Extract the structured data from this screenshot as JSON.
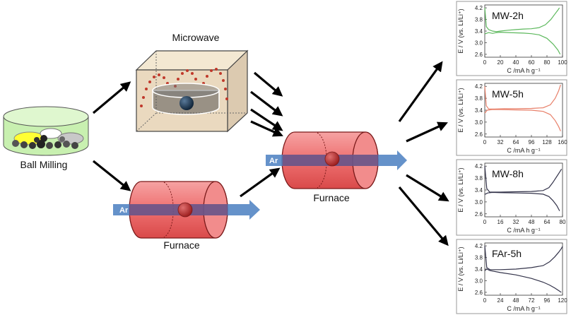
{
  "labels": {
    "ball_milling": "Ball Milling",
    "microwave": "Microwave",
    "furnace_bottom": "Furnace",
    "furnace_center": "Furnace",
    "ar_bottom": "Ar",
    "ar_center": "Ar"
  },
  "colors": {
    "arrow": "#000000",
    "cylinder_fill": "#f08080",
    "cylinder_stroke": "#8b1a1a",
    "ar_band": "#4a7fc1",
    "microwave_box": "#e8d9bf",
    "dish_fill": "#bfeaa0"
  },
  "chart_data": [
    {
      "type": "line",
      "title": "MW-2h",
      "xlabel": "C /mA h g⁻¹",
      "ylabel": "E / V (vs. Li/Li⁺)",
      "xlim": [
        0,
        100
      ],
      "ylim": [
        2.5,
        4.3
      ],
      "xticks": [
        "0",
        "20",
        "40",
        "60",
        "80",
        "100"
      ],
      "yticks": [
        "2.6",
        "3.0",
        "3.4",
        "3.8",
        "4.2"
      ],
      "color": "#5cb85c",
      "series": [
        {
          "x": [
            0,
            2,
            5,
            10,
            15,
            20,
            30,
            40,
            50,
            60,
            70,
            78,
            85,
            90,
            94,
            96
          ],
          "y": [
            4.2,
            3.55,
            3.45,
            3.4,
            3.38,
            3.4,
            3.43,
            3.45,
            3.47,
            3.48,
            3.52,
            3.62,
            3.8,
            3.98,
            4.12,
            4.2
          ]
        },
        {
          "x": [
            0,
            5,
            10,
            15,
            20,
            30,
            40,
            50,
            60,
            70,
            80,
            88,
            94,
            97
          ],
          "y": [
            3.3,
            3.35,
            3.32,
            3.35,
            3.36,
            3.35,
            3.34,
            3.33,
            3.31,
            3.27,
            3.15,
            2.95,
            2.75,
            2.6
          ]
        }
      ]
    },
    {
      "type": "line",
      "title": "MW-5h",
      "xlabel": "C /mA h g⁻¹",
      "ylabel": "E / V (vs. Li/Li⁺)",
      "xlim": [
        0,
        160
      ],
      "ylim": [
        2.5,
        4.3
      ],
      "xticks": [
        "0",
        "32",
        "64",
        "96",
        "128",
        "160"
      ],
      "yticks": [
        "2.6",
        "3.0",
        "3.4",
        "3.8",
        "4.2"
      ],
      "color": "#e8806a",
      "series": [
        {
          "x": [
            0,
            3,
            8,
            20,
            40,
            64,
            96,
            120,
            135,
            145,
            152,
            156
          ],
          "y": [
            4.2,
            3.55,
            3.44,
            3.44,
            3.45,
            3.45,
            3.46,
            3.48,
            3.58,
            3.8,
            4.05,
            4.25
          ]
        },
        {
          "x": [
            0,
            5,
            15,
            32,
            64,
            96,
            120,
            135,
            145,
            152,
            156
          ],
          "y": [
            3.3,
            3.4,
            3.42,
            3.42,
            3.41,
            3.4,
            3.36,
            3.25,
            3.05,
            2.85,
            2.7
          ]
        }
      ]
    },
    {
      "type": "line",
      "title": "MW-8h",
      "xlabel": "C /mA h g⁻¹",
      "ylabel": "E / V (vs. Li/Li⁺)",
      "xlim": [
        0,
        80
      ],
      "ylim": [
        2.5,
        4.3
      ],
      "xticks": [
        "0",
        "16",
        "32",
        "48",
        "64",
        "80"
      ],
      "yticks": [
        "2.6",
        "3.0",
        "3.4",
        "3.8",
        "4.2"
      ],
      "color": "#33334a",
      "series": [
        {
          "x": [
            0,
            2,
            5,
            16,
            32,
            48,
            60,
            66,
            70,
            74,
            77,
            79
          ],
          "y": [
            4.2,
            3.45,
            3.33,
            3.33,
            3.34,
            3.35,
            3.38,
            3.48,
            3.65,
            3.85,
            4.0,
            4.1
          ]
        },
        {
          "x": [
            0,
            3,
            8,
            16,
            32,
            48,
            60,
            66,
            70,
            74,
            77
          ],
          "y": [
            3.25,
            3.3,
            3.32,
            3.31,
            3.3,
            3.29,
            3.26,
            3.18,
            3.05,
            2.88,
            2.7
          ]
        }
      ]
    },
    {
      "type": "line",
      "title": "FAr-5h",
      "xlabel": "C /mA h g⁻¹",
      "ylabel": "E / V (vs. Li/Li⁺)",
      "xlim": [
        0,
        120
      ],
      "ylim": [
        2.5,
        4.3
      ],
      "xticks": [
        "0",
        "24",
        "48",
        "72",
        "96",
        "120"
      ],
      "yticks": [
        "2.6",
        "3.0",
        "3.4",
        "3.8",
        "4.2"
      ],
      "color": "#33334a",
      "series": [
        {
          "x": [
            0,
            3,
            8,
            24,
            48,
            72,
            90,
            100,
            108,
            114,
            118,
            120
          ],
          "y": [
            4.2,
            3.45,
            3.38,
            3.38,
            3.4,
            3.45,
            3.52,
            3.65,
            3.82,
            3.98,
            4.1,
            4.18
          ]
        },
        {
          "x": [
            0,
            3,
            8,
            24,
            48,
            72,
            90,
            100,
            108,
            114,
            118
          ],
          "y": [
            3.35,
            3.4,
            3.35,
            3.28,
            3.2,
            3.08,
            2.95,
            2.85,
            2.75,
            2.66,
            2.6
          ]
        }
      ]
    }
  ]
}
